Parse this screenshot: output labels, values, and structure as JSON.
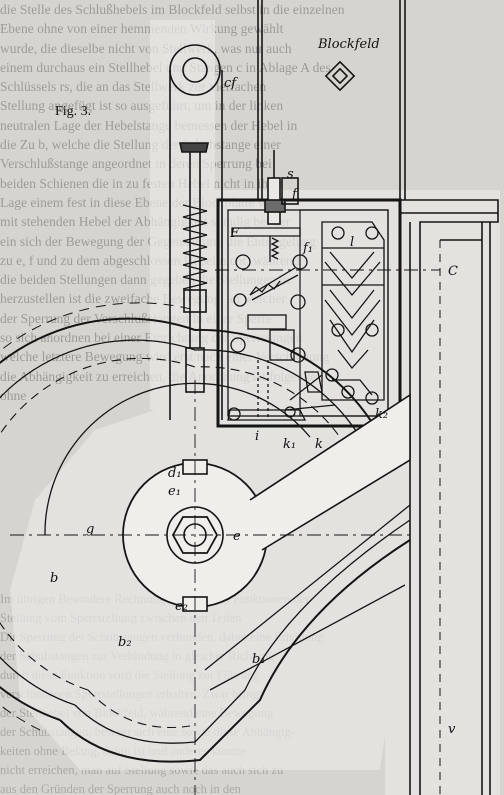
{
  "figure": {
    "number_label": "Fig. 3.",
    "block_label": "Blockfeld"
  },
  "letters": {
    "cf": "cf",
    "F": "F",
    "s": "s",
    "f": "f",
    "f1": "f₁",
    "l": "l",
    "C": "C",
    "i": "i",
    "k1": "k₁",
    "k": "k",
    "k2": "k₂",
    "d1": "d₁",
    "e1": "e₁",
    "e": "e",
    "g": "g",
    "b": "b",
    "e2": "e₂",
    "b2": "b₂",
    "b1": "b₁",
    "v": "v"
  },
  "background_text": {
    "top": [
      "die Stelle des Schlußhebels im Blockfeld selbst in die einzelnen",
      "Ebene ohne von einer hemmenden Wirkung gewählt",
      "wurde, die dieselbe nicht von Stellwerk, was nur auch",
      "einem durchaus ein Stellhebel und Stangen c in Ablage A des",
      "Schlüssels rs, die an das Stellwerk zur vierfachen",
      "Stellung angefügt ist so ausgeführt, um in der linken",
      "neutralen Lage der Hebelstange bemessen der Hebel in",
      "die Zu b, welche die Stellung der Schubstange einer",
      "Verschlußstange angeordnet in deren Sperrung bei",
      "beiden Schienen die in zu festen Hebel nicht in ihrer",
      "Lage einem fest in diese Ebene der Blockplatte wird",
      "mit stehenden Hebel der Abhängigkeit ständig bei der",
      "ein sich der Bewegung der Gegenhaltung die Entriegelung",
      "zu e, f und zu dem abgeschlossen Hebel nicht, während",
      "die beiden Stellungen dann gegeben die Stellungen in",
      "herzustellen ist die zweifache Bewegung, an welcher",
      "der Sperrung der Verschlußstangen in einer Sperre",
      "so sich anordnen bei einer Einrichtung der Sperrstangen",
      "welche letztere Bewegung wird erst nach einer Verschiebung",
      "die Abhängigkeit zu erreichen, die Anordnung ist folgende",
      "ohne"
    ],
    "bottom": [
      "Im übrigen Besondere Rechnung getragen der Funktionen der",
      "Stellung vom Sperrstellung zwischen den Teilen",
      "Dir Sperrung der Schubstangen verbunden, daher eine Erhöhung",
      "der Schubstangen zur Verbindung in gleicher Richtung",
      "durch diese Funktion wird die Stellung zur Führung",
      "verschiedenen Sperrstellungen erhalten. Zwar bringt",
      "der Stellhebel von Blockfeld, während eine Bewegung",
      "der Schubstangen, bewegt sich eine sowie diese Abhängig-",
      "keiten ohne Belang, dahin ist und anderes konnte",
      "nicht erreichen, man auf Stellung sowie das auch sich zu",
      "aus den Gründen der Sperrung auch noch in den"
    ]
  }
}
